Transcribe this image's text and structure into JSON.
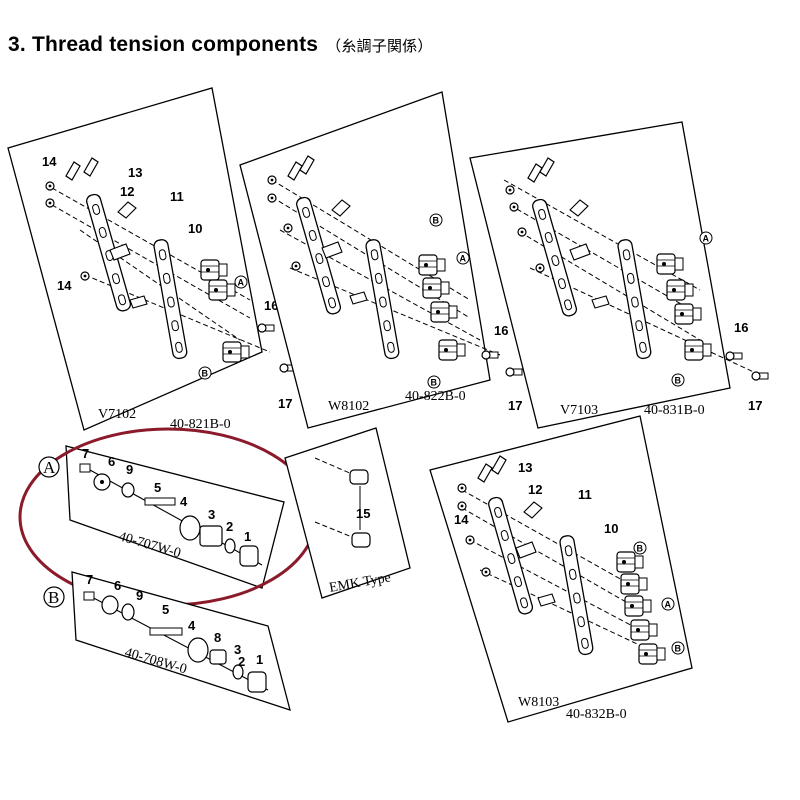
{
  "title": {
    "text": "3. Thread  tension  components",
    "jp": "（糸調子関係）"
  },
  "panels": [
    {
      "model": "V7102",
      "code": "40-821B-0"
    },
    {
      "model": "W8102",
      "code": "40-822B-0"
    },
    {
      "model": "V7103",
      "code": "40-831B-0"
    },
    {
      "model": "W8103",
      "code": "40-832B-0"
    }
  ],
  "assemblies": [
    {
      "letter": "A",
      "code": "40-707W-0",
      "parts": [
        "7",
        "6",
        "9",
        "5",
        "4",
        "3",
        "2",
        "1"
      ]
    },
    {
      "letter": "B",
      "code": "40-708W-0",
      "parts": [
        "7",
        "6",
        "9",
        "5",
        "4",
        "8",
        "3",
        "2",
        "1"
      ]
    }
  ],
  "emk": {
    "label": "EMK Type",
    "part": "15"
  },
  "callouts": {
    "p13": "13",
    "p12": "12",
    "p11": "11",
    "p10": "10",
    "p14": "14",
    "p16": "16",
    "p17": "17",
    "circA": "A",
    "circB": "B"
  },
  "colors": {
    "highlight_ring": "#8b1a2a",
    "line": "#000000"
  }
}
